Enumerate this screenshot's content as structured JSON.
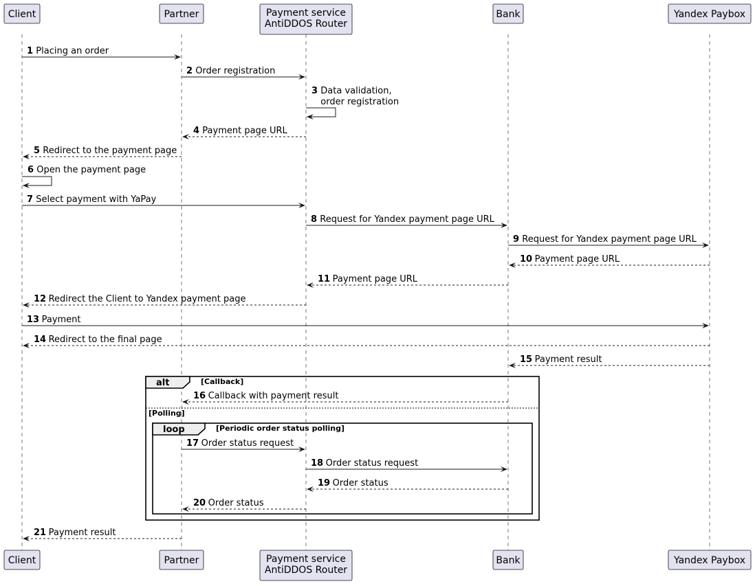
{
  "participants": [
    {
      "id": "client",
      "lines": [
        "Client"
      ]
    },
    {
      "id": "partner",
      "lines": [
        "Partner"
      ]
    },
    {
      "id": "router",
      "lines": [
        "Payment service",
        "AntiDDOS Router"
      ]
    },
    {
      "id": "bank",
      "lines": [
        "Bank"
      ]
    },
    {
      "id": "paybox",
      "lines": [
        "Yandex Paybox"
      ]
    }
  ],
  "messages": [
    {
      "num": "1",
      "text": [
        "Placing an order"
      ],
      "from": "client",
      "to": "partner",
      "style": "solid"
    },
    {
      "num": "2",
      "text": [
        "Order registration"
      ],
      "from": "partner",
      "to": "router",
      "style": "solid"
    },
    {
      "num": "3",
      "text": [
        "Data validation,",
        "order registration"
      ],
      "from": "router",
      "to": "router",
      "style": "solid"
    },
    {
      "num": "4",
      "text": [
        "Payment page URL"
      ],
      "from": "router",
      "to": "partner",
      "style": "dashed"
    },
    {
      "num": "5",
      "text": [
        "Redirect to the payment page"
      ],
      "from": "partner",
      "to": "client",
      "style": "dashed"
    },
    {
      "num": "6",
      "text": [
        "Open the payment page"
      ],
      "from": "client",
      "to": "client",
      "style": "solid"
    },
    {
      "num": "7",
      "text": [
        "Select payment with YaPay"
      ],
      "from": "client",
      "to": "router",
      "style": "solid"
    },
    {
      "num": "8",
      "text": [
        "Request for Yandex payment page URL"
      ],
      "from": "router",
      "to": "bank",
      "style": "solid"
    },
    {
      "num": "9",
      "text": [
        "Request for Yandex payment page URL"
      ],
      "from": "bank",
      "to": "paybox",
      "style": "solid"
    },
    {
      "num": "10",
      "text": [
        "Payment page URL"
      ],
      "from": "paybox",
      "to": "bank",
      "style": "dashed"
    },
    {
      "num": "11",
      "text": [
        "Payment page URL"
      ],
      "from": "bank",
      "to": "router",
      "style": "dashed"
    },
    {
      "num": "12",
      "text": [
        "Redirect the Client to Yandex payment page"
      ],
      "from": "router",
      "to": "client",
      "style": "dashed"
    },
    {
      "num": "13",
      "text": [
        "Payment"
      ],
      "from": "client",
      "to": "paybox",
      "style": "solid"
    },
    {
      "num": "14",
      "text": [
        "Redirect to the final page"
      ],
      "from": "paybox",
      "to": "client",
      "style": "dashed"
    },
    {
      "num": "15",
      "text": [
        "Payment result"
      ],
      "from": "paybox",
      "to": "bank",
      "style": "dashed"
    },
    {
      "num": "16",
      "text": [
        "Callback with payment result"
      ],
      "from": "bank",
      "to": "partner",
      "style": "dashed"
    },
    {
      "num": "17",
      "text": [
        "Order status request"
      ],
      "from": "partner",
      "to": "router",
      "style": "solid"
    },
    {
      "num": "18",
      "text": [
        "Order status request"
      ],
      "from": "router",
      "to": "bank",
      "style": "solid"
    },
    {
      "num": "19",
      "text": [
        "Order status"
      ],
      "from": "bank",
      "to": "router",
      "style": "dashed"
    },
    {
      "num": "20",
      "text": [
        "Order status"
      ],
      "from": "router",
      "to": "partner",
      "style": "dashed"
    },
    {
      "num": "21",
      "text": [
        "Payment result"
      ],
      "from": "partner",
      "to": "client",
      "style": "dashed"
    }
  ],
  "frames": [
    {
      "id": "alt",
      "keyword": "alt",
      "guard": "[Callback]",
      "else_guard": "[Polling]"
    },
    {
      "id": "loop",
      "keyword": "loop",
      "guard": "[Periodic order status polling]"
    }
  ]
}
